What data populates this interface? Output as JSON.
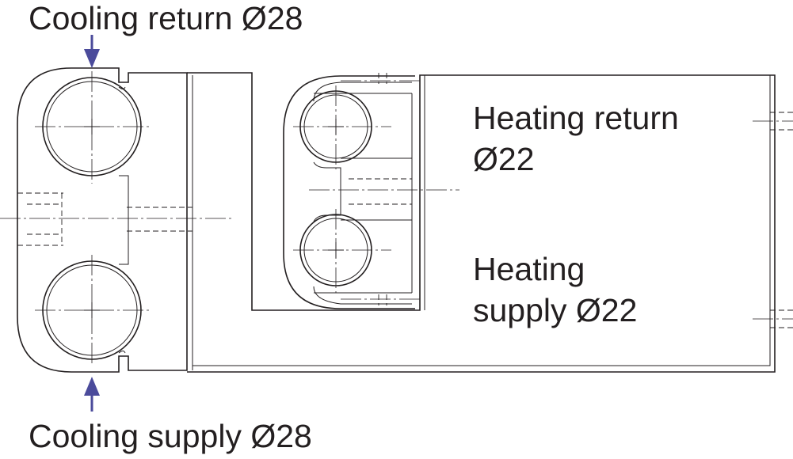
{
  "labels": {
    "cooling_return": "Cooling return Ø28",
    "cooling_supply": "Cooling supply Ø28",
    "heating_return": [
      "Heating return",
      "Ø22"
    ],
    "heating_supply": [
      "Heating",
      "supply Ø22"
    ]
  },
  "colors": {
    "line": "#231f20",
    "arrow": "#4b4b9b",
    "background": "#ffffff"
  }
}
